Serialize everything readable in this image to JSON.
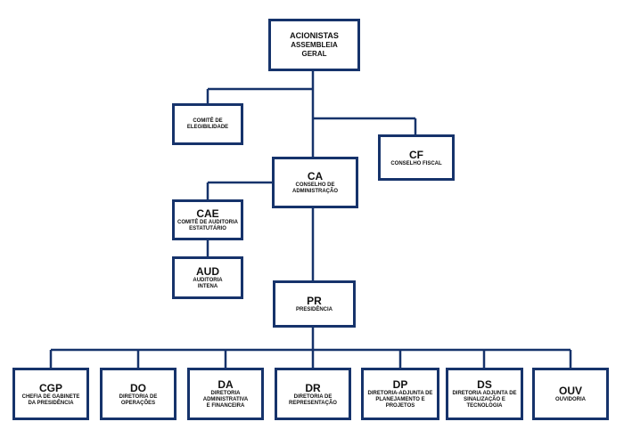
{
  "title": "",
  "nodes": {
    "acionistas": {
      "abbr": "ACIONISTAS",
      "full": "ASSEMBLEIA\nGERAL"
    },
    "comite_eleg": {
      "abbr": "",
      "full": "COMITÊ DE\nELEGIBILIDADE"
    },
    "cf": {
      "abbr": "CF",
      "full": "CONSELHO FISCAL"
    },
    "ca": {
      "abbr": "CA",
      "full": "CONSELHO DE\nADMINISTRAÇÃO"
    },
    "cae": {
      "abbr": "CAE",
      "full": "COMITÊ DE AUDITORIA\nESTATUTÁRIO"
    },
    "aud": {
      "abbr": "AUD",
      "full": "AUDITORIA\nINTENA"
    },
    "pr": {
      "abbr": "PR",
      "full": "PRESIDÊNCIA"
    },
    "cgp": {
      "abbr": "CGP",
      "full": "CHEFIA DE GABINETE\nDA PRESIDÊNCIA"
    },
    "do": {
      "abbr": "DO",
      "full": "DIRETORIA DE OPERAÇÕES"
    },
    "da": {
      "abbr": "DA",
      "full": "DIRETORIA ADMINISTRATIVA\nE FINANCEIRA"
    },
    "dr": {
      "abbr": "DR",
      "full": "DIRETORIA DE REPRESENTAÇÃO"
    },
    "dp": {
      "abbr": "DP",
      "full": "DIRETORIA-ADJUNTA DE\nPLANEJAMENTO E PROJETOS"
    },
    "ds": {
      "abbr": "DS",
      "full": "DIRETORIA ADJUNTA DE\nSINALIZAÇÃO E TECNOLOGIA"
    },
    "ouv": {
      "abbr": "OUV",
      "full": "OUVIDORIA"
    }
  },
  "colors": {
    "border": "#16336b"
  }
}
